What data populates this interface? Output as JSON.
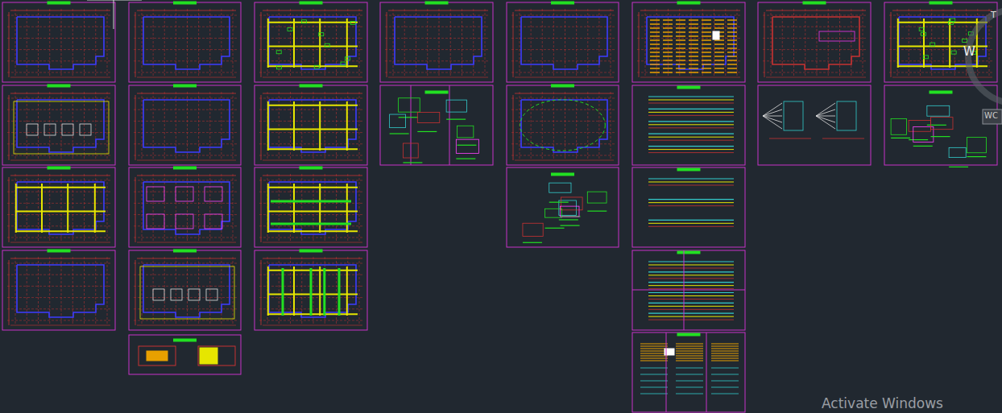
{
  "diagram": {
    "labels": [
      "T",
      "W",
      "WC",
      "Activate Windows"
    ]
  }
}
